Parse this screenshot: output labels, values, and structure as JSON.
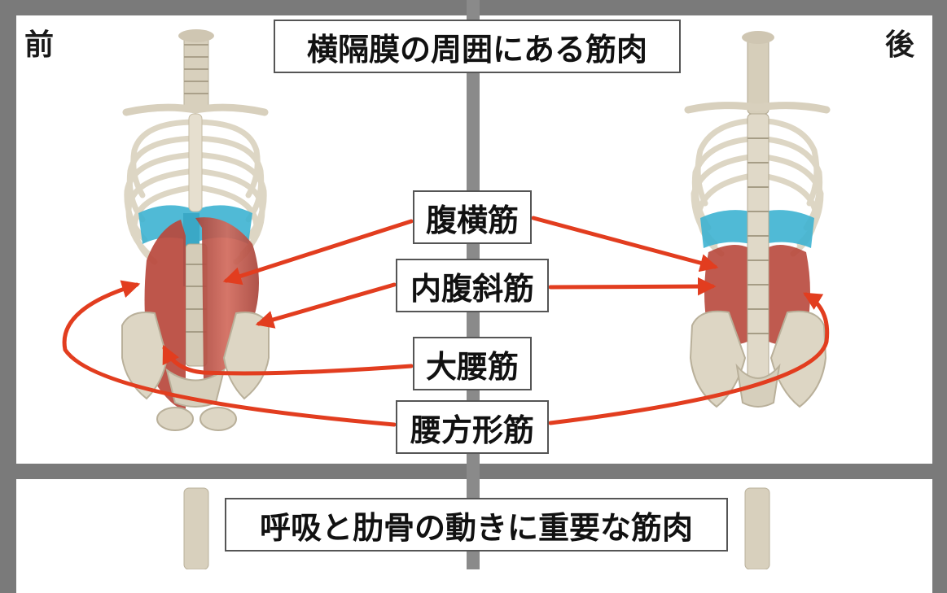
{
  "views": {
    "front": "前",
    "back": "後"
  },
  "title_top": "横隔膜の周囲にある筋肉",
  "title_bottom": "呼吸と肋骨の動きに重要な筋肉",
  "muscles": {
    "transversus_abdominis": "腹横筋",
    "internal_oblique": "内腹斜筋",
    "psoas_major": "大腰筋",
    "quadratus_lumborum": "腰方形筋"
  },
  "colors": {
    "arrow": "#e23d1f",
    "bone": "#ddd6c4",
    "muscle": "#c4564a",
    "diaphragm": "#3db3d2",
    "divider": "#8a8a8a",
    "background": "#7a7a7a"
  },
  "icons": {
    "front_figure": "skeleton-front-icon",
    "back_figure": "skeleton-back-icon"
  }
}
